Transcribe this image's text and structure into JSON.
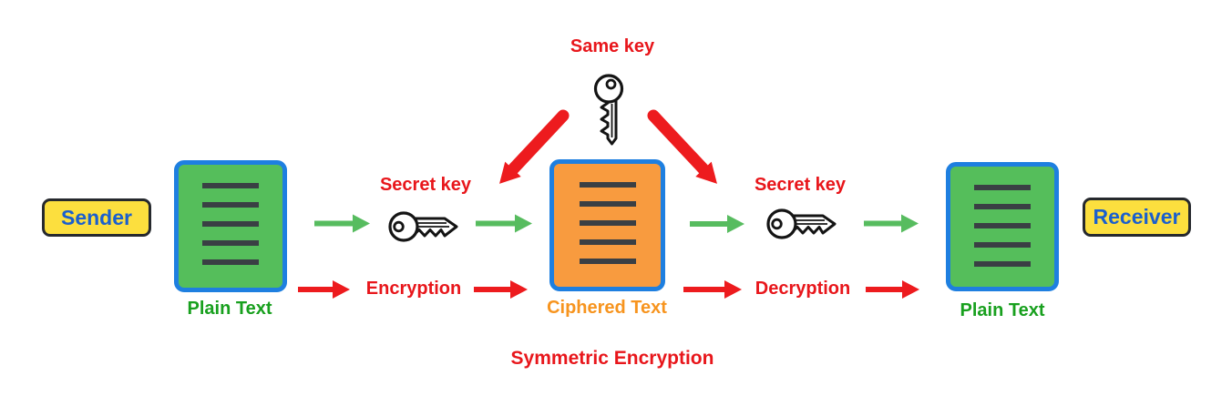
{
  "title": {
    "caption": "Symmetric Encryption"
  },
  "top": {
    "same_key_label": "Same key"
  },
  "sender": {
    "label": "Sender"
  },
  "receiver": {
    "label": "Receiver"
  },
  "documents": {
    "plain_left": {
      "label": "Plain Text"
    },
    "ciphered": {
      "label": "Ciphered Text"
    },
    "plain_right": {
      "label": "Plain Text"
    }
  },
  "keys": {
    "left_label": "Secret key",
    "right_label": "Secret key",
    "icon_left": "key-icon",
    "icon_right": "key-icon",
    "icon_top": "key-icon"
  },
  "process": {
    "encryption_label": "Encryption",
    "decryption_label": "Decryption"
  },
  "colors": {
    "label_red": "#E8161B",
    "arrow_red": "#ED1B1E",
    "arrow_green": "#57BC5F",
    "doc_green_fill": "#55BE5B",
    "doc_orange_fill": "#F89B3F",
    "doc_border_blue": "#1E7FE0",
    "doc_line_dark": "#3A3F44",
    "badge_yellow_fill": "#FCDF3E",
    "badge_blue_text": "#1A5FCE",
    "plain_text_green": "#18A01E",
    "ciphered_text_orange": "#F7941E"
  }
}
